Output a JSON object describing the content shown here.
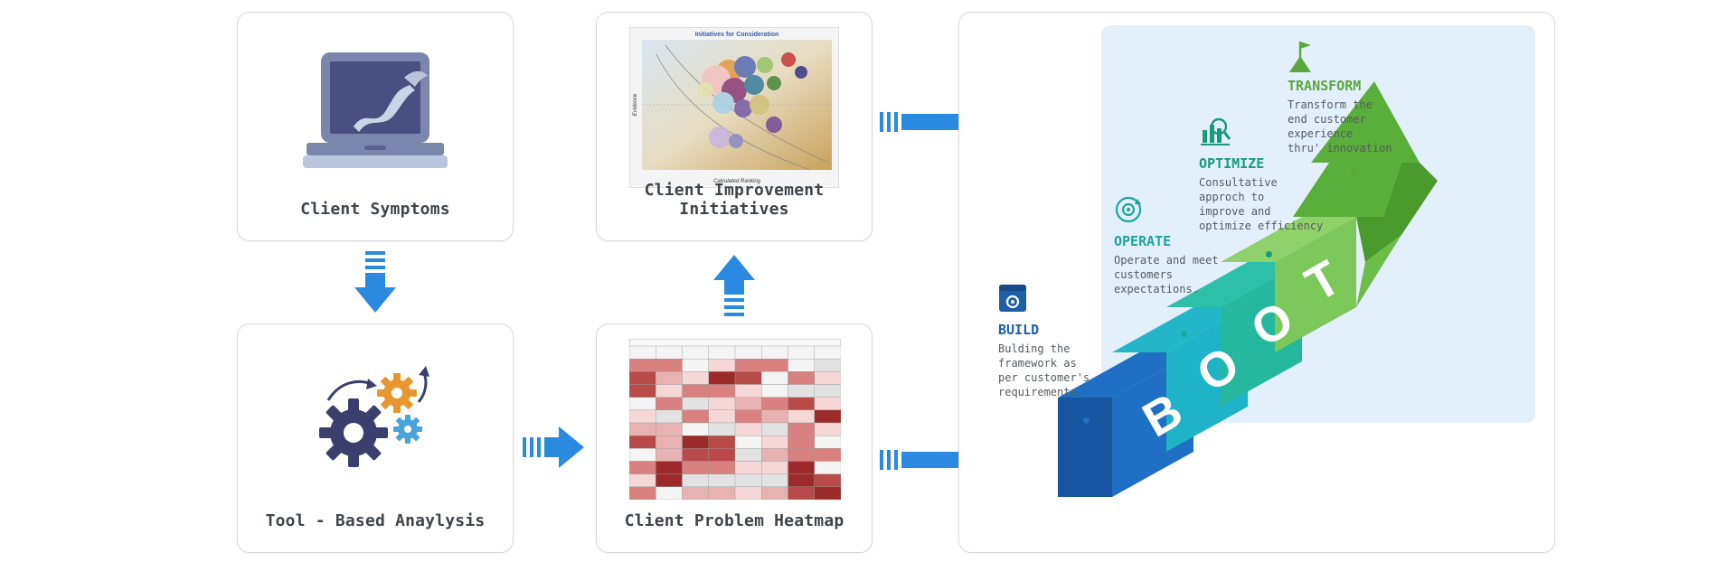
{
  "cards": {
    "symptoms": "Client Symptoms",
    "initiatives": "Client Improvement Initiatives",
    "analysis": "Tool - Based Anaylysis",
    "heatmap": "Client Problem Heatmap"
  },
  "bubble_chart": {
    "title": "Initiatives for Consideration",
    "xlabel": "Calculated Ranking",
    "ylabel": "Evidence"
  },
  "boot": {
    "letters": [
      "B",
      "O",
      "O",
      "T"
    ],
    "steps": [
      {
        "title": "BUILD",
        "desc": "Bulding the\nframework as\nper customer's\nrequirements.",
        "color": "#1f5fa8",
        "icon": "gear-window-icon"
      },
      {
        "title": "OPERATE",
        "desc": "Operate and meet\ncustomers\nexpectations.",
        "color": "#1aa6a0",
        "icon": "gear-cycle-icon"
      },
      {
        "title": "OPTIMIZE",
        "desc": "Consultative\napproch to\nimprove and\noptimize efficiency",
        "color": "#1a9a78",
        "icon": "analytics-icon"
      },
      {
        "title": "TRANSFORM",
        "desc": "Transform the\nend customer\nexperience\nthru' innovation",
        "color": "#5aa83c",
        "icon": "summit-flag-icon"
      }
    ]
  }
}
